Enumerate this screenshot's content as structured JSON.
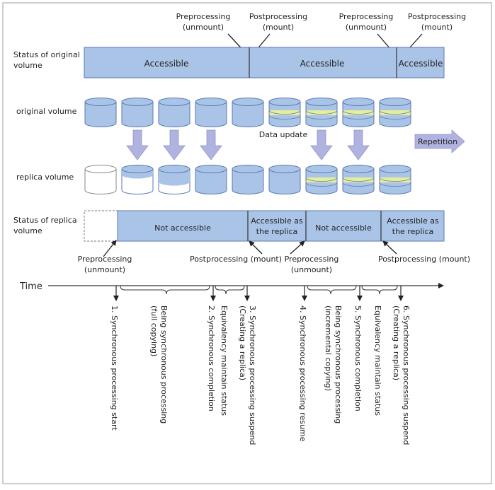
{
  "labels": {
    "status_original_1": "Status of original",
    "status_original_2": "volume",
    "original_volume": "original volume",
    "replica_volume": "replica volume",
    "status_replica_1": "Status of replica",
    "status_replica_2": "volume",
    "data_update": "Data update",
    "repetition": "Repetition",
    "time": "Time"
  },
  "top_callouts": [
    {
      "line1": "Preprocessing",
      "line2": "(unmount)"
    },
    {
      "line1": "Postprocessing",
      "line2": "(mount)"
    },
    {
      "line1": "Preprocessing",
      "line2": "(unmount)"
    },
    {
      "line1": "Postprocessing",
      "line2": "(mount)"
    }
  ],
  "original_status": [
    "Accessible",
    "Accessible",
    "Accessible"
  ],
  "replica_status": {
    "seg1": "Not accessible",
    "seg2_line1": "Accessible as",
    "seg2_line2": "the replica",
    "seg3": "Not accessible",
    "seg4_line1": "Accessible as",
    "seg4_line2": "the replica"
  },
  "bottom_callouts": {
    "pre1_line1": "Preprocessing",
    "pre1_line2": "(unmount)",
    "post1": "Postprocessing (mount)",
    "pre2_line1": "Preprocessing",
    "pre2_line2": "(unmount)",
    "post2": "Postprocessing (mount)"
  },
  "timeline_events": [
    {
      "line1": "1. Synchronous processing start",
      "line2": ""
    },
    {
      "line1": "Being synchronous processing",
      "line2": "(full copying)"
    },
    {
      "line1": "2. Synchronous completion",
      "line2": ""
    },
    {
      "line1": "Equivalency maintain status",
      "line2": ""
    },
    {
      "line1": "3. Synchronous processing suspend",
      "line2": "(Creating a replica)"
    },
    {
      "line1": "4. Synchronous processing resume",
      "line2": ""
    },
    {
      "line1": "Being synchronous processing",
      "line2": "(incremental copying)"
    },
    {
      "line1": "5. Synchronous completion",
      "line2": ""
    },
    {
      "line1": "Equivalency maintain status",
      "line2": ""
    },
    {
      "line1": "6. Synchronous processing suspend",
      "line2": "(Creating a replica)"
    }
  ],
  "colors": {
    "volume_fill": "#aac4e8",
    "volume_stroke": "#5a79b0",
    "update_band": "#e6ee9c",
    "arrow_fill": "#b0b3e0",
    "border": "#9e9e9e"
  }
}
